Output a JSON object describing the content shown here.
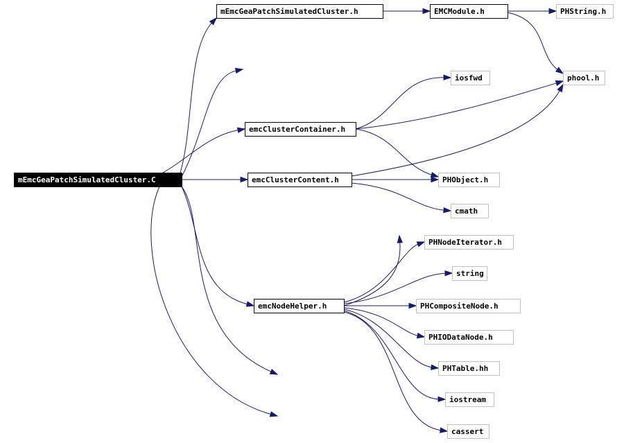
{
  "diagram": {
    "colors": {
      "edge": "#191970",
      "root_fill": "#000000",
      "root_text": "#ffffff",
      "documented_border": "#000000",
      "undocumented_border": "#bfbfbf",
      "node_fill": "#ffffff",
      "node_text": "#000000"
    },
    "nodes": [
      {
        "id": "root",
        "label": "mEmcGeaPatchSimulatedCluster.C",
        "style": "root"
      },
      {
        "id": "patchh",
        "label": "mEmcGeaPatchSimulatedCluster.h",
        "style": "documented"
      },
      {
        "id": "emcmod",
        "label": "EMCModule.h",
        "style": "documented"
      },
      {
        "id": "phstring",
        "label": "PHString.h",
        "style": "external"
      },
      {
        "id": "phool",
        "label": "phool.h",
        "style": "external"
      },
      {
        "id": "iosfwd",
        "label": "iosfwd",
        "style": "external"
      },
      {
        "id": "container",
        "label": "emcClusterContainer.h",
        "style": "documented"
      },
      {
        "id": "content",
        "label": "emcClusterContent.h",
        "style": "documented"
      },
      {
        "id": "phobject",
        "label": "PHObject.h",
        "style": "external"
      },
      {
        "id": "cmath",
        "label": "cmath",
        "style": "external"
      },
      {
        "id": "phnodeit",
        "label": "PHNodeIterator.h",
        "style": "external"
      },
      {
        "id": "string",
        "label": "string",
        "style": "external"
      },
      {
        "id": "nodehelper",
        "label": "emcNodeHelper.h",
        "style": "documented"
      },
      {
        "id": "phcomposite",
        "label": "PHCompositeNode.h",
        "style": "external"
      },
      {
        "id": "phiodata",
        "label": "PHIODataNode.h",
        "style": "external"
      },
      {
        "id": "phtable",
        "label": "PHTable.hh",
        "style": "external"
      },
      {
        "id": "iostream",
        "label": "iostream",
        "style": "external"
      },
      {
        "id": "cassert",
        "label": "cassert",
        "style": "external"
      }
    ],
    "edges": [
      {
        "from": "root",
        "to": "patchh"
      },
      {
        "from": "root",
        "to": "phool"
      },
      {
        "from": "root",
        "to": "container"
      },
      {
        "from": "root",
        "to": "content"
      },
      {
        "from": "root",
        "to": "nodehelper"
      },
      {
        "from": "root",
        "to": "iostream"
      },
      {
        "from": "root",
        "to": "cassert"
      },
      {
        "from": "patchh",
        "to": "emcmod"
      },
      {
        "from": "emcmod",
        "to": "phstring"
      },
      {
        "from": "emcmod",
        "to": "phool"
      },
      {
        "from": "container",
        "to": "iosfwd"
      },
      {
        "from": "container",
        "to": "phool"
      },
      {
        "from": "container",
        "to": "phobject"
      },
      {
        "from": "content",
        "to": "phool"
      },
      {
        "from": "content",
        "to": "phobject"
      },
      {
        "from": "content",
        "to": "cmath"
      },
      {
        "from": "nodehelper",
        "to": "phobject"
      },
      {
        "from": "nodehelper",
        "to": "phnodeit"
      },
      {
        "from": "nodehelper",
        "to": "string"
      },
      {
        "from": "nodehelper",
        "to": "phcomposite"
      },
      {
        "from": "nodehelper",
        "to": "phiodata"
      },
      {
        "from": "nodehelper",
        "to": "phtable"
      },
      {
        "from": "nodehelper",
        "to": "iostream"
      },
      {
        "from": "nodehelper",
        "to": "cassert"
      }
    ]
  }
}
